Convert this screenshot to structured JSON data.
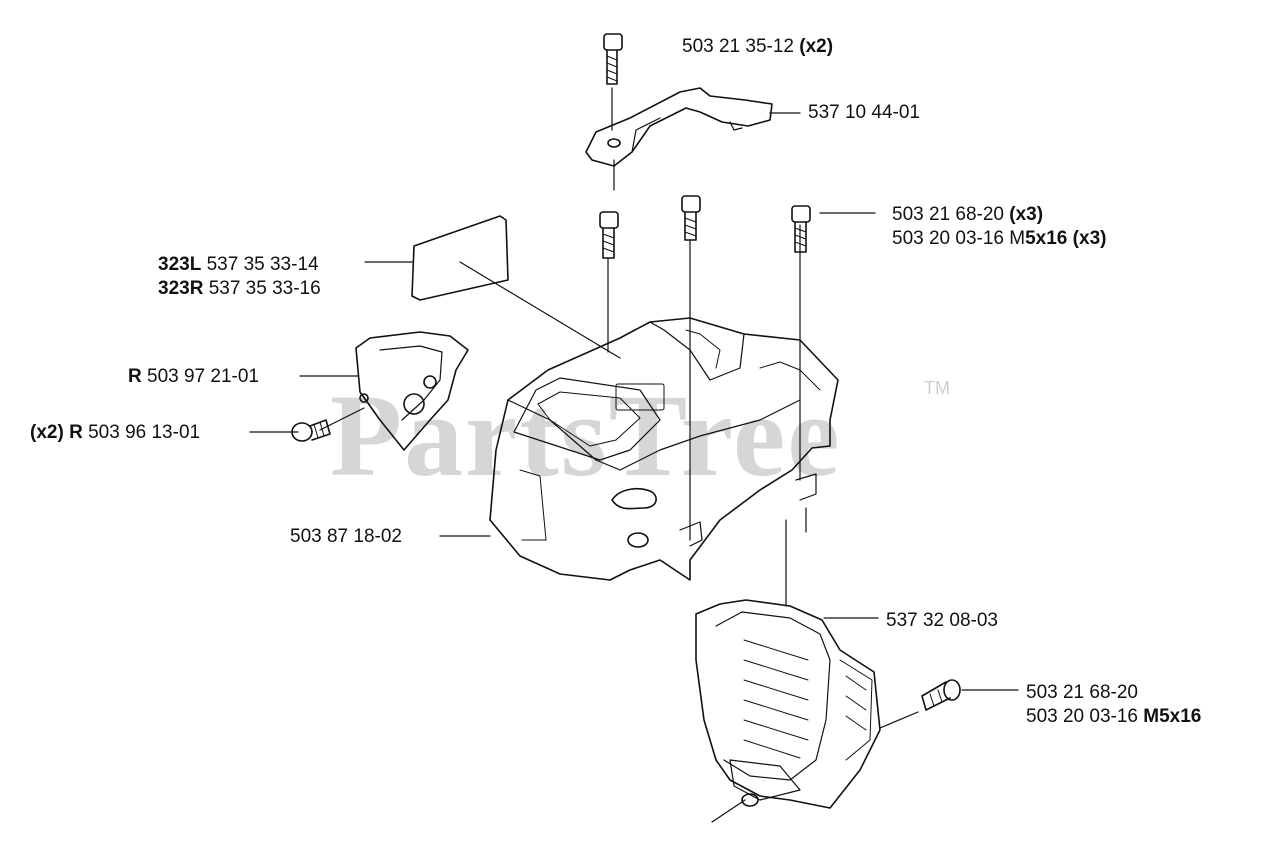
{
  "watermark": {
    "text": "PartsTree",
    "tm": "TM"
  },
  "labels": {
    "screw_top": {
      "part": "503 21 35-12",
      "qty": "(x2)"
    },
    "cover_top": {
      "part": "537 10 44-01"
    },
    "screw_group_1": {
      "part": "503 21 68-20",
      "qty": "(x3)"
    },
    "screw_group_2": {
      "part": "503 20 03-16",
      "mark": "M",
      "size": "5x16",
      "qty": "(x3)"
    },
    "sticker_l": {
      "model": "323L",
      "part": "537 35 33-14"
    },
    "sticker_r": {
      "model": "323R",
      "part": "537 35 33-16"
    },
    "side_cover": {
      "prefix": "R",
      "part": "503 97 21-01"
    },
    "side_screw": {
      "qty": "(x2)",
      "prefix": "R",
      "part": "503 96 13-01"
    },
    "main_cover": {
      "part": "503 87 18-02"
    },
    "bottom_cover": {
      "part": "537 32 08-03"
    },
    "bottom_screw_1": {
      "part": "503 21 68-20"
    },
    "bottom_screw_2": {
      "part": "503 20 03-16",
      "mark": "M5x16"
    }
  }
}
